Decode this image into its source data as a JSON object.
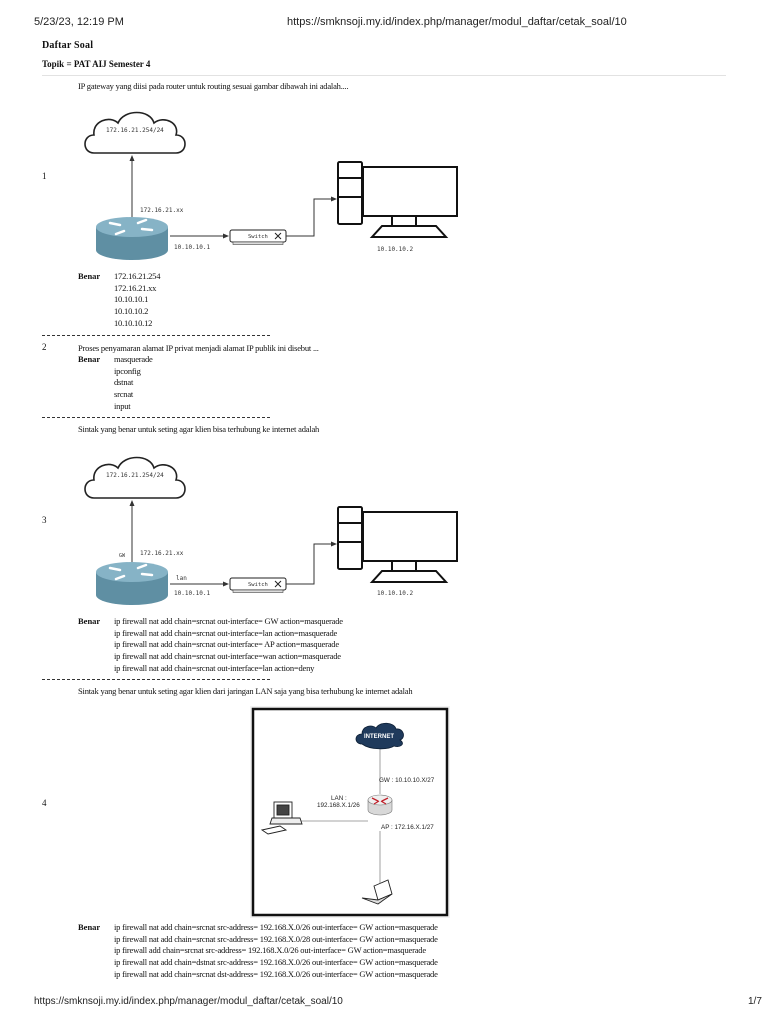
{
  "browser": {
    "datetime": "5/23/23, 12:19 PM",
    "url": "https://smknsoji.my.id/index.php/manager/modul_daftar/cetak_soal/10",
    "page": "1/7"
  },
  "document": {
    "title": "Daftar Soal",
    "topic": "Topik = PAT AIJ Semester 4"
  },
  "correct_label": "Benar",
  "questions": [
    {
      "number": "1",
      "text": "IP gateway yang diisi pada router untuk routing sesuai gambar dibawah ini adalah....",
      "diagram": {
        "cloud_label": "172.16.21.254/24",
        "wan_ip": "172.16.21.xx",
        "lan_ip": "10.10.10.1",
        "switch_label": "Switch",
        "pc_ip": "10.10.10.2"
      },
      "options": [
        "172.16.21.254",
        "172.16.21.xx",
        "10.10.10.1",
        "10.10.10.2",
        "10.10.10.12"
      ]
    },
    {
      "number": "2",
      "text": "Proses penyamaran alamat IP privat menjadi alamat IP publik ini disebut ...",
      "options": [
        "masquerade",
        "ipconfig",
        "dstnat",
        "srcnat",
        "input"
      ]
    },
    {
      "number": "3",
      "text": "Sintak yang benar untuk seting agar klien bisa terhubung ke internet adalah",
      "diagram": {
        "cloud_label": "172.16.21.254/24",
        "wan_iface": "GW",
        "wan_ip": "172.16.21.xx",
        "lan_iface": "lan",
        "lan_ip": "10.10.10.1",
        "switch_label": "Switch",
        "pc_ip": "10.10.10.2"
      },
      "options": [
        "ip firewall nat add chain=srcnat out-interface= GW action=masquerade",
        "ip firewall nat add chain=srcnat out-interface=lan action=masquerade",
        "ip firewall nat add chain=srcnat out-interface= AP action=masquerade",
        "ip firewall nat add chain=srcnat out-interface=wan action=masquerade",
        "ip firewall nat add chain=srcnat out-interface=lan action=deny"
      ]
    },
    {
      "number": "4",
      "text": "Sintak yang benar untuk seting agar klien dari jaringan LAN saja yang bisa terhubung ke internet adalah",
      "diagram": {
        "cloud_label": "INTERNET",
        "gw_label": "GW : 10.10.10.X/27",
        "lan_label_1": "LAN :",
        "lan_label_2": "192.168.X.1/26",
        "ap_label": "AP : 172.16.X.1/27"
      },
      "options": [
        "ip firewall nat add chain=srcnat src-address= 192.168.X.0/26 out-interface= GW action=masquerade",
        "ip firewall nat add chain=srcnat src-address= 192.168.X.0/28 out-interface= GW action=masquerade",
        "ip firewall add chain=srcnat src-address= 192.168.X.0/26 out-interface= GW action=masquerade",
        "ip firewall nat add chain=dstnat src-address= 192.168.X.0/26 out-interface= GW action=masquerade",
        "ip firewall nat add chain=srcnat dst-address= 192.168.X.0/26 out-interface= GW action=masquerade"
      ]
    }
  ]
}
